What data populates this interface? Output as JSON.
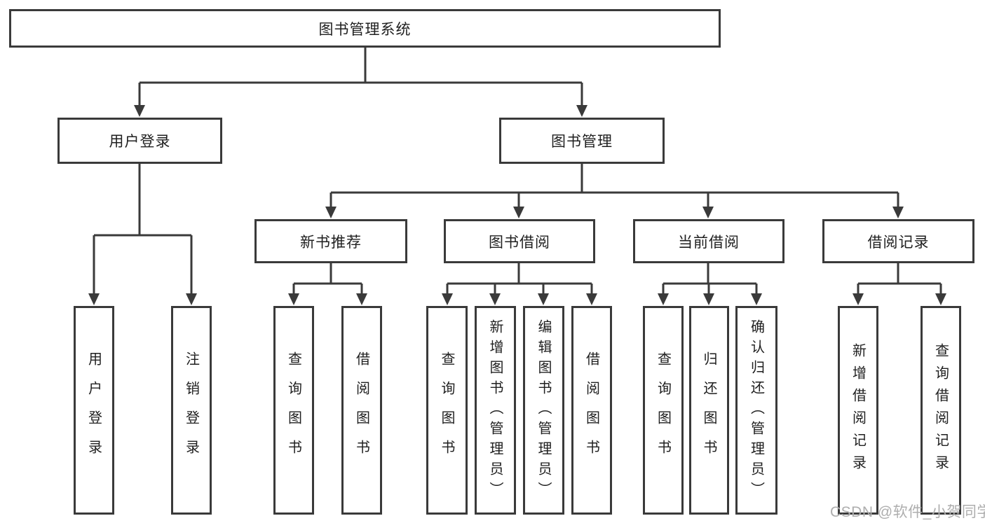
{
  "tree": {
    "root": "图书管理系统",
    "level2": [
      {
        "label": "用户登录",
        "children": [
          "用户登录",
          "注销登录"
        ]
      },
      {
        "label": "图书管理",
        "children": [
          {
            "label": "新书推荐",
            "children": [
              "查询图书",
              "借阅图书"
            ]
          },
          {
            "label": "图书借阅",
            "children": [
              "查询图书",
              "新增图书（管理员）",
              "编辑图书（管理员）",
              "借阅图书"
            ]
          },
          {
            "label": "当前借阅",
            "children": [
              "查询图书",
              "归还图书",
              "确认归还（管理员）"
            ]
          },
          {
            "label": "借阅记录",
            "children": [
              "新增借阅记录",
              "查询借阅记录"
            ]
          }
        ]
      }
    ]
  },
  "watermark": "CSDN @软件_小贺同学",
  "colors": {
    "line": "#3a3a3a",
    "border": "#3a3a3a",
    "text": "#1f1f1f",
    "watermark": "#aeaeae",
    "bg": "#ffffff"
  }
}
